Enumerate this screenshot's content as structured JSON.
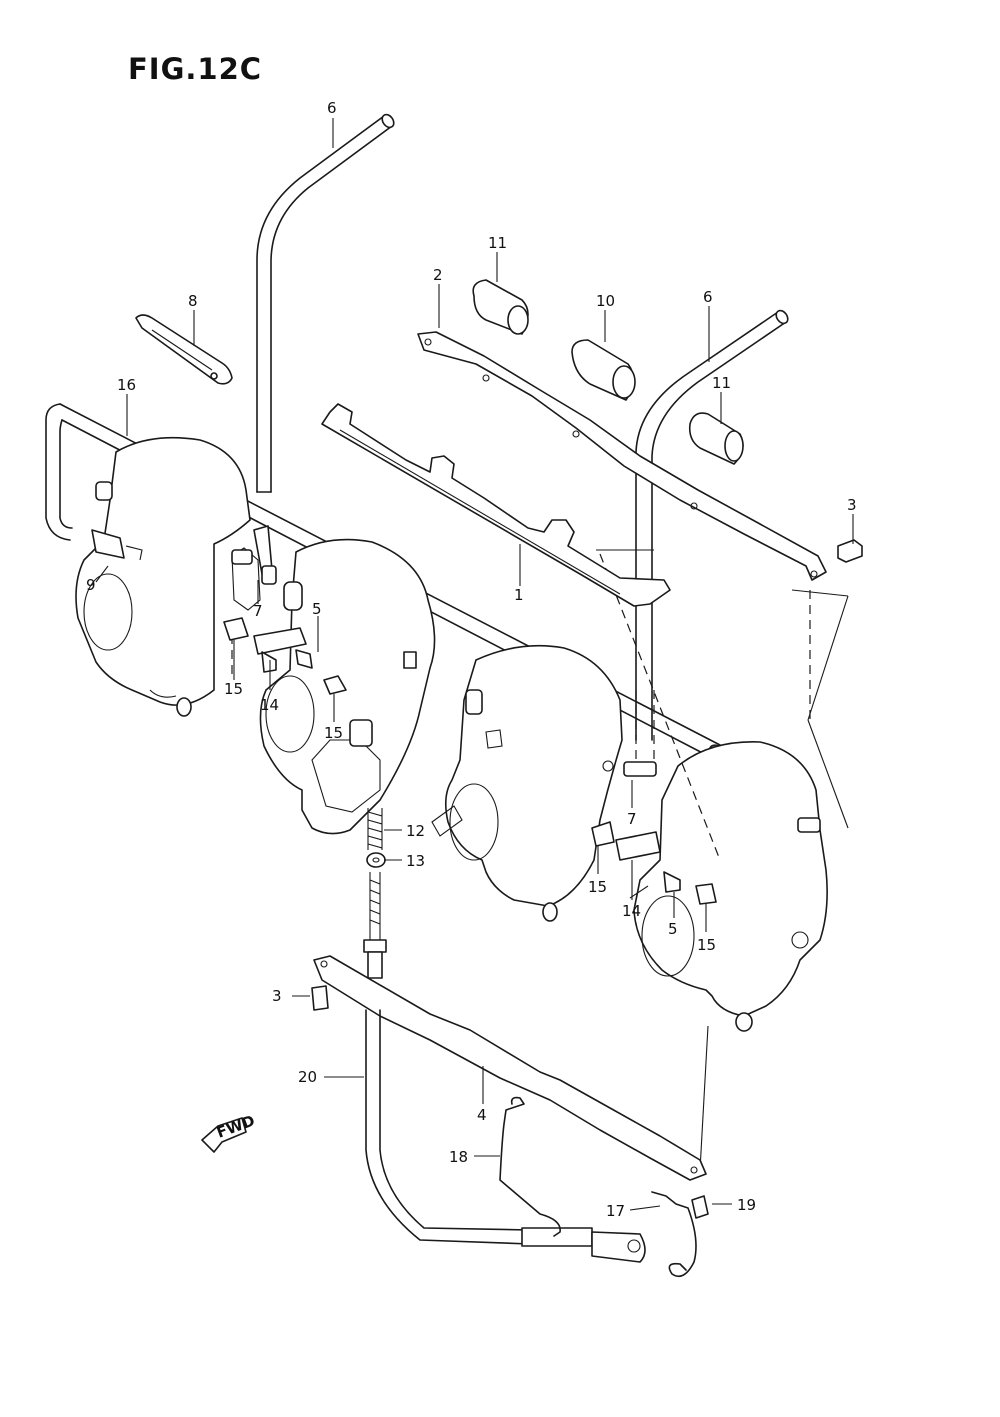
{
  "figure": {
    "title": "FIG.12C",
    "fwd_label": "FWD",
    "callouts": [
      {
        "id": "c6a",
        "text": "6"
      },
      {
        "id": "c11a",
        "text": "11"
      },
      {
        "id": "c2",
        "text": "2"
      },
      {
        "id": "c10",
        "text": "10"
      },
      {
        "id": "c6b",
        "text": "6"
      },
      {
        "id": "c11b",
        "text": "11"
      },
      {
        "id": "c8",
        "text": "8"
      },
      {
        "id": "c16",
        "text": "16"
      },
      {
        "id": "c3a",
        "text": "3"
      },
      {
        "id": "c1",
        "text": "1"
      },
      {
        "id": "c9",
        "text": "9"
      },
      {
        "id": "c7a",
        "text": "7"
      },
      {
        "id": "c5a",
        "text": "5"
      },
      {
        "id": "c15a",
        "text": "15"
      },
      {
        "id": "c14a",
        "text": "14"
      },
      {
        "id": "c15b",
        "text": "15"
      },
      {
        "id": "c12",
        "text": "12"
      },
      {
        "id": "c13",
        "text": "13"
      },
      {
        "id": "c7b",
        "text": "7"
      },
      {
        "id": "c15c",
        "text": "15"
      },
      {
        "id": "c14b",
        "text": "14"
      },
      {
        "id": "c5b",
        "text": "5"
      },
      {
        "id": "c15d",
        "text": "15"
      },
      {
        "id": "c3b",
        "text": "3"
      },
      {
        "id": "c20",
        "text": "20"
      },
      {
        "id": "c4",
        "text": "4"
      },
      {
        "id": "c18",
        "text": "18"
      },
      {
        "id": "c17",
        "text": "17"
      },
      {
        "id": "c19",
        "text": "19"
      }
    ]
  }
}
